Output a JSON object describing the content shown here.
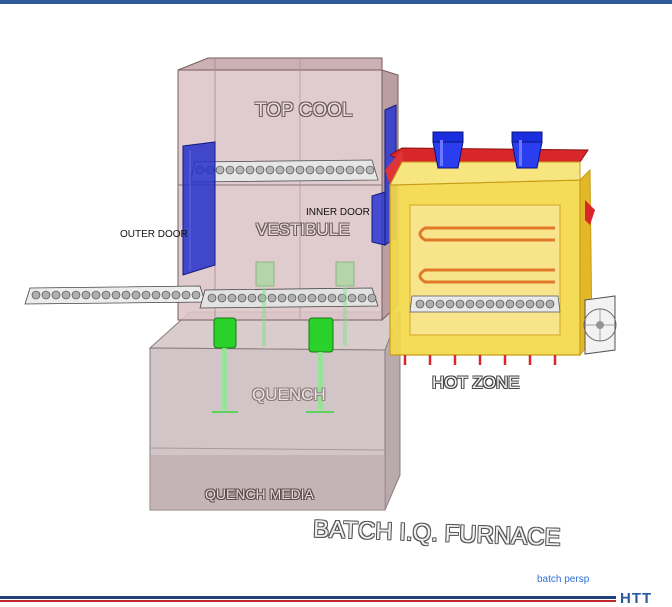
{
  "labels": {
    "top_cool": "TOP COOL",
    "vestibule": "VESTIBULE",
    "outer_door": "OUTER DOOR",
    "inner_door": "INNER DOOR",
    "quench": "QUENCH",
    "quench_media": "QUENCH MEDIA",
    "hot_zone": "HOT ZONE",
    "title": "BATCH I.Q. FURNACE",
    "caption": "batch persp"
  },
  "logo_text": "HTT",
  "colors": {
    "chamber": "#d9bcc0",
    "chamber_edge": "#7a5c60",
    "quench_tank": "#cfc2c4",
    "hot_zone": "#f3d94a",
    "hot_zone_frame": "#d8262a",
    "heater_element": "#e07a2a",
    "door": "#2430c8",
    "fan": "#1a2ee0",
    "quench_agitator": "#2ad12a",
    "frame_blue": "#2e5a9c",
    "frame_red": "#c0282d"
  }
}
